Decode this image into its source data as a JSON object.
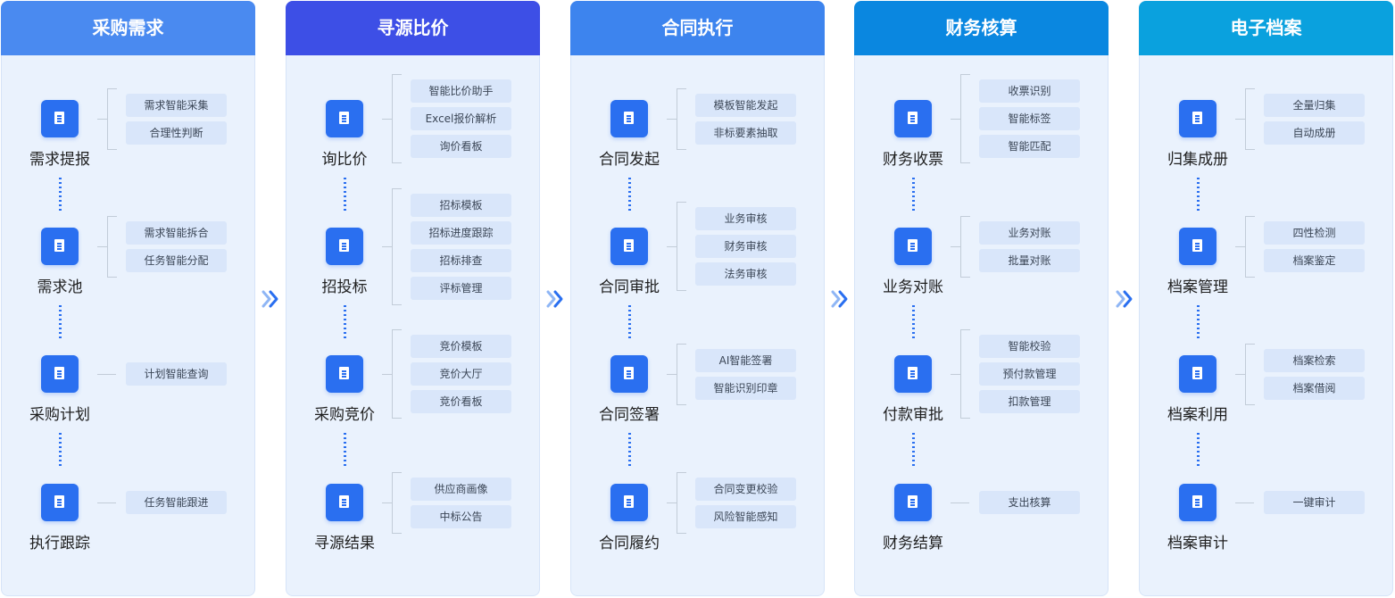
{
  "columns": [
    {
      "title": "采购需求",
      "header_color": "#4a8af0",
      "stages": [
        {
          "label": "需求提报",
          "features": [
            "需求智能采集",
            "合理性判断"
          ]
        },
        {
          "label": "需求池",
          "features": [
            "需求智能拆合",
            "任务智能分配"
          ]
        },
        {
          "label": "采购计划",
          "features": [
            "计划智能查询"
          ]
        },
        {
          "label": "执行跟踪",
          "features": [
            "任务智能跟进"
          ]
        }
      ]
    },
    {
      "title": "寻源比价",
      "header_color": "#3d4fe6",
      "stages": [
        {
          "label": "询比价",
          "features": [
            "智能比价助手",
            "Excel报价解析",
            "询价看板"
          ]
        },
        {
          "label": "招投标",
          "features": [
            "招标模板",
            "招标进度跟踪",
            "招标排查",
            "评标管理"
          ]
        },
        {
          "label": "采购竞价",
          "features": [
            "竞价模板",
            "竞价大厅",
            "竞价看板"
          ]
        },
        {
          "label": "寻源结果",
          "features": [
            "供应商画像",
            "中标公告"
          ]
        }
      ]
    },
    {
      "title": "合同执行",
      "header_color": "#3d84ee",
      "stages": [
        {
          "label": "合同发起",
          "features": [
            "模板智能发起",
            "非标要素抽取"
          ]
        },
        {
          "label": "合同审批",
          "features": [
            "业务审核",
            "财务审核",
            "法务审核"
          ]
        },
        {
          "label": "合同签署",
          "features": [
            "AI智能签署",
            "智能识别印章"
          ]
        },
        {
          "label": "合同履约",
          "features": [
            "合同变更校验",
            "风险智能感知"
          ]
        }
      ]
    },
    {
      "title": "财务核算",
      "header_color": "#0a87e0",
      "stages": [
        {
          "label": "财务收票",
          "features": [
            "收票识别",
            "智能标签",
            "智能匹配"
          ]
        },
        {
          "label": "业务对账",
          "features": [
            "业务对账",
            "批量对账"
          ]
        },
        {
          "label": "付款审批",
          "features": [
            "智能校验",
            "预付款管理",
            "扣款管理"
          ]
        },
        {
          "label": "财务结算",
          "features": [
            "支出核算"
          ]
        }
      ]
    },
    {
      "title": "电子档案",
      "header_color": "#0aa1de",
      "stages": [
        {
          "label": "归集成册",
          "features": [
            "全量归集",
            "自动成册"
          ]
        },
        {
          "label": "档案管理",
          "features": [
            "四性检测",
            "档案鉴定"
          ]
        },
        {
          "label": "档案利用",
          "features": [
            "档案检索",
            "档案借阅"
          ]
        },
        {
          "label": "档案审计",
          "features": [
            "一键审计"
          ]
        }
      ]
    }
  ],
  "icons": {
    "stage_icon": "document-icon",
    "flow_arrow": "double-chevron-right-icon"
  },
  "colors": {
    "icon_fill": "#2a6ff0",
    "chip_bg": "#d9e6fa",
    "panel_bg": "#eaf2fd"
  }
}
